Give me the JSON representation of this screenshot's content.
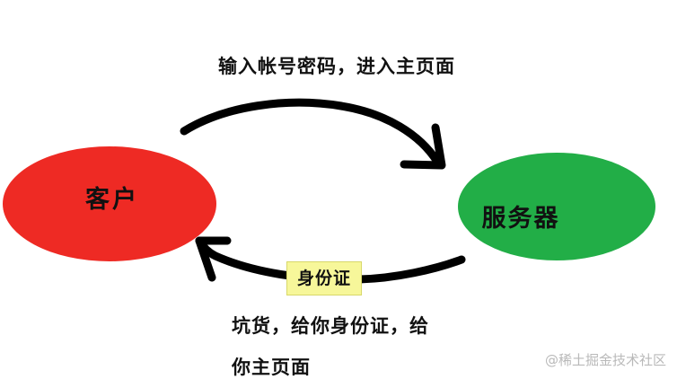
{
  "diagram": {
    "top_arrow_label": "输入帐号密码，进入主页面",
    "bottom_arrow_label_line1": "坑货，给你身份证，给",
    "bottom_arrow_label_line2": "你主页面",
    "badge_label": "身份证",
    "client": {
      "label": "客户",
      "color": "#ee2a24"
    },
    "server": {
      "label": "服务器",
      "color": "#22ae47"
    },
    "arrow_color": "#000000"
  },
  "watermark": "@稀土掘金技术社区"
}
